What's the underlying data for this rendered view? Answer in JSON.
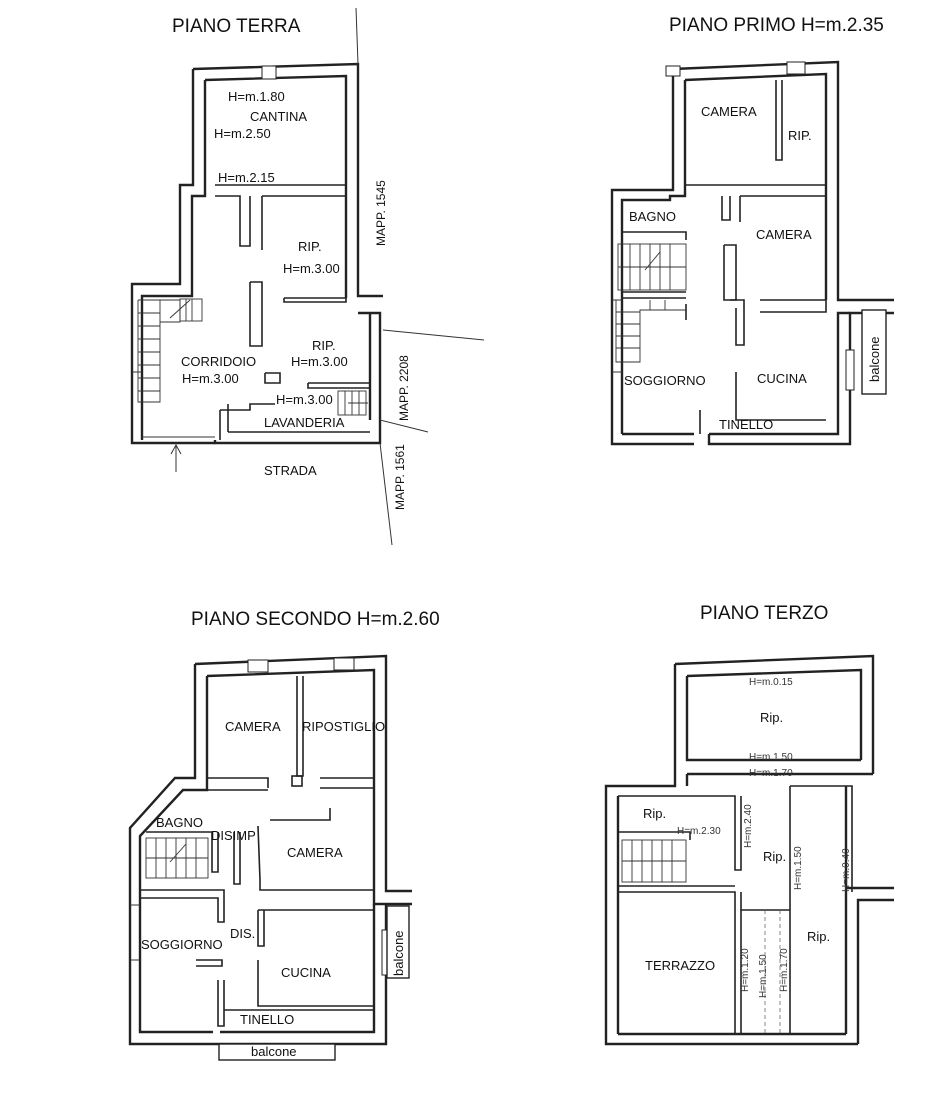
{
  "floors": {
    "terra": {
      "title": "PIANO TERRA",
      "rooms": {
        "h180": "H=m.1.80",
        "cantina": "CANTINA",
        "h250": "H=m.2.50",
        "h215": "H=m.2.15",
        "rip1": "RIP.",
        "rip1_h": "H=m.3.00",
        "corridoio": "CORRIDOIO",
        "corridoio_h": "H=m.3.00",
        "rip2": "RIP.",
        "rip2_h": "H=m.3.00",
        "lav_h": "H=m.3.00",
        "lavanderia": "LAVANDERIA",
        "strada": "STRADA"
      },
      "mapp": {
        "m1545": "MAPP. 1545",
        "m2208": "MAPP. 2208",
        "m1561": "MAPP. 1561"
      }
    },
    "primo": {
      "title": "PIANO PRIMO H=m.2.35",
      "rooms": {
        "camera1": "CAMERA",
        "rip": "RIP.",
        "bagno": "BAGNO",
        "camera2": "CAMERA",
        "soggiorno": "SOGGIORNO",
        "cucina": "CUCINA",
        "tinello": "TINELLO",
        "balcone": "balcone"
      }
    },
    "secondo": {
      "title": "PIANO SECONDO H=m.2.60",
      "rooms": {
        "camera1": "CAMERA",
        "ripostiglio": "RIPOSTIGLIO",
        "bagno": "BAGNO",
        "disimp": "DISIMP",
        "camera2": "CAMERA",
        "soggiorno": "SOGGIORNO",
        "dis": "DIS.",
        "cucina": "CUCINA",
        "tinello": "TINELLO",
        "balcone_side": "balcone",
        "balcone_bottom": "balcone"
      }
    },
    "terzo": {
      "title": "PIANO TERZO",
      "rooms": {
        "h015": "H=m.0.15",
        "rip_top": "Rip.",
        "h150a": "H=m.1.50",
        "h170a": "H=m.1.70",
        "rip_left": "Rip.",
        "h230": "H=m.2.30",
        "h240": "H=m.2.40",
        "rip_mid": "Rip.",
        "h150b": "H=m.1.50",
        "h040": "H=m.0.40",
        "rip_right": "Rip.",
        "terrazzo": "TERRAZZO",
        "h120": "H=m.1.20",
        "h150c": "H=m.1.50",
        "h170b": "H=m.1.70"
      }
    }
  }
}
